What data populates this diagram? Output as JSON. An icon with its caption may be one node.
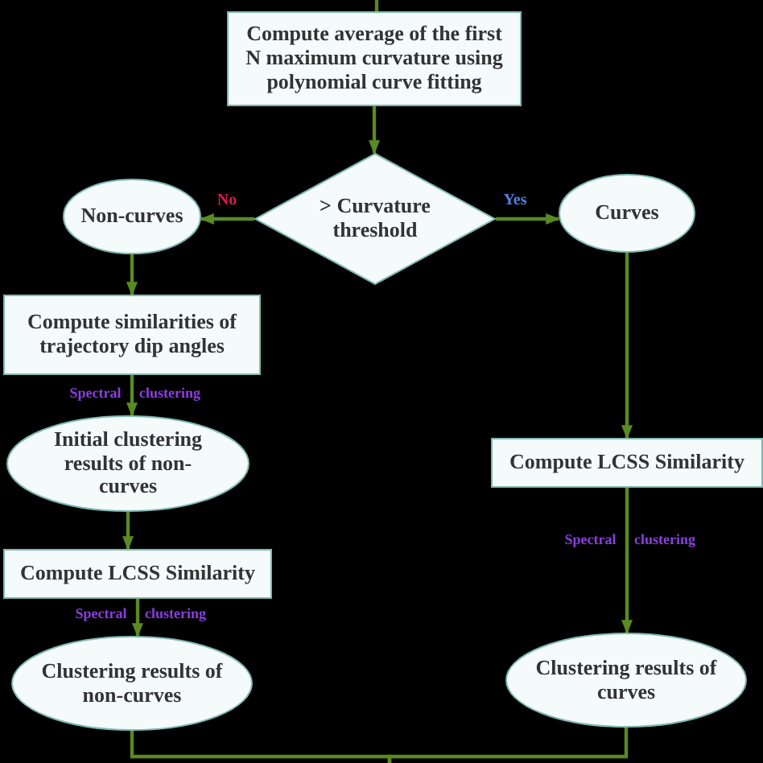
{
  "diagram": {
    "nodes": [
      {
        "text": [
          "Compute average of the first N maximum curvature using polynomial curve fitting"
        ]
      },
      {
        "text": [
          "> Curvature threshold"
        ]
      },
      {
        "text": [
          "Non-curves"
        ]
      },
      {
        "text": [
          "Curves"
        ]
      },
      {
        "text": [
          "Compute similarities of trajectory dip angles"
        ]
      },
      {
        "text": [
          "Initial clustering results of non-curves"
        ]
      },
      {
        "text": [
          "Compute LCSS Similarity"
        ]
      },
      {
        "text": [
          "Clustering results of non-curves"
        ]
      },
      {
        "text": [
          "Compute LCSS Similarity"
        ]
      },
      {
        "text": [
          "Clustering results of curves"
        ]
      }
    ],
    "edges": [
      {
        "from": null,
        "to": 0,
        "arrow": "none"
      },
      {
        "from": 0,
        "to": 1,
        "arrow": "to"
      },
      {
        "from": 1,
        "to": 2,
        "arrow": "to",
        "label": "No"
      },
      {
        "from": 1,
        "to": 3,
        "arrow": "to",
        "label": "Yes"
      },
      {
        "from": 2,
        "to": 4,
        "arrow": "to"
      },
      {
        "from": 4,
        "to": 5,
        "arrow": "to",
        "label": "Spectral clustering"
      },
      {
        "from": 5,
        "to": 6,
        "arrow": "to"
      },
      {
        "from": 6,
        "to": 7,
        "arrow": "to",
        "label": "Spectral clustering"
      },
      {
        "from": 3,
        "to": 8,
        "arrow": "to"
      },
      {
        "from": 8,
        "to": 9,
        "arrow": "to",
        "label": "Spectral clustering"
      },
      {
        "from": 7,
        "to": null,
        "arrow": "none"
      },
      {
        "from": 9,
        "to": null,
        "arrow": "none"
      }
    ]
  }
}
